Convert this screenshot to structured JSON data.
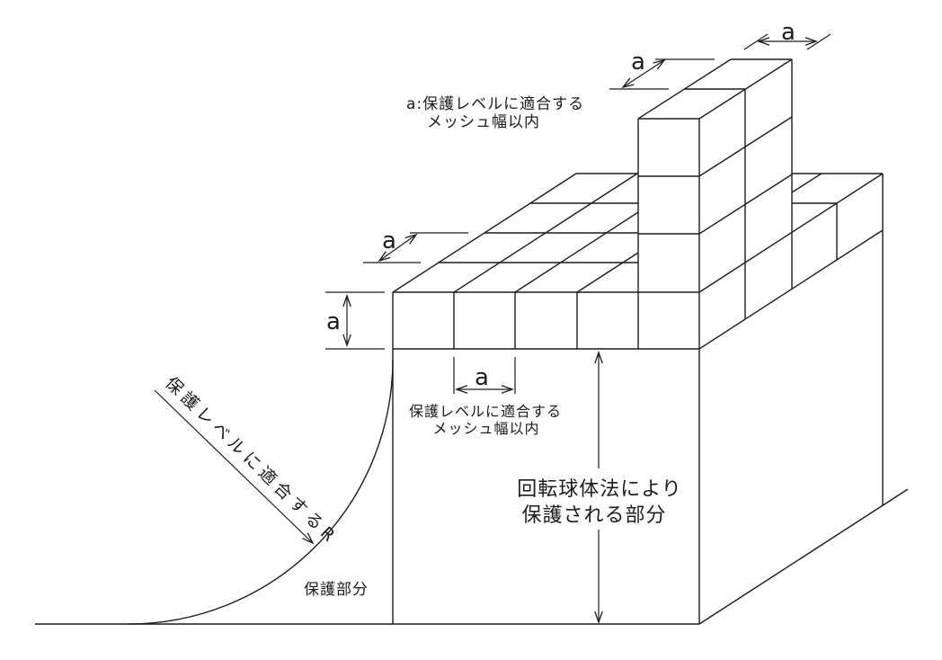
{
  "diagram": {
    "background": "#ffffff",
    "ink": "#1c1c1c",
    "dim_label": "a",
    "notes": {
      "top_line1": "a:保護レベルに適合する",
      "top_line2": "メッシュ幅以内",
      "mesh_line1": "保護レベルに適合する",
      "mesh_line2": "メッシュ幅以内",
      "sphere_line1": "回転球体法により",
      "sphere_line2": "保護される部分",
      "protected": "保護部分",
      "radius": "保護レベルに適合するR"
    }
  }
}
